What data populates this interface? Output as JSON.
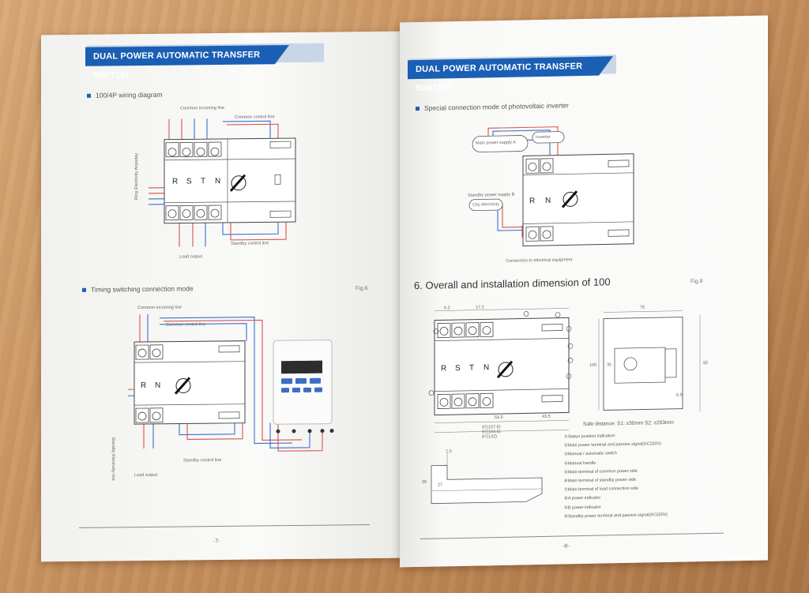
{
  "left_page": {
    "banner_title": "DUAL POWER AUTOMATIC TRANSFER SWITCH",
    "section1_title": "100/4P wiring diagram",
    "diagram1": {
      "common_incoming_line": "Common incoming line",
      "common_control_line": "Common control line",
      "standby_control_line": "Standby control line",
      "load_output": "Load output",
      "side_label": "Ring Electricity Anpoday",
      "phases": [
        "R",
        "S",
        "T",
        "N"
      ]
    },
    "section2_title": "Timing switching connection mode",
    "fig_label": "Fig.6",
    "diagram2": {
      "common_incoming_line": "Common incoming line",
      "common_control_line": "Common control line",
      "standby_control_line": "Standby control line",
      "load_output": "Load output",
      "side_label": "Standby Electricity line",
      "phases": [
        "R",
        "N"
      ]
    },
    "page_number": "-7-"
  },
  "right_page": {
    "banner_title": "DUAL POWER AUTOMATIC TRANSFER SWITCH",
    "section1_title": "Special connection mode of photovoltaic inverter",
    "diagram": {
      "inverter_label": "Inverter",
      "main_power_label": "Main power supply A",
      "standby_power_label": "Standby power supply B",
      "city_electricity_label": "City electricity",
      "connection_label": "Connection to  electrical  equipment",
      "phases": [
        "R",
        "N"
      ]
    },
    "section2_title": "6. Overall and installation dimension of 100",
    "fig_label": "Fig.8",
    "dimensions": {
      "d1": "6.2",
      "d2": "17.2",
      "d3": "54.5",
      "d4": "43.5",
      "d5": "97(107.6)",
      "d6": "97(104.6)",
      "d7": "87(142)",
      "w1": "75",
      "h1": "100",
      "h2": "92",
      "h3": "35",
      "h4": "6.5",
      "r1": "7.5",
      "r2": "35",
      "r3": "27",
      "phases": [
        "R",
        "S",
        "T",
        "N"
      ]
    },
    "safe_distance": "Safe distance:  S1:  ≥30mm    S2:  ≥203mm",
    "legend": [
      "①Status position indication",
      "②Main power terminal and passive signal(AC220V)",
      "③Manual / automatic switch",
      "④Manual handle",
      "⑤Main terminal of common power side",
      "⑥Main terminal of standby power side",
      "⑦Main terminal of load connection side",
      "⑧A power indicator",
      "⑨B power indicator",
      "⑩Standby power terminal and passive signal(AC220V)"
    ],
    "page_number": "-8-"
  },
  "colors": {
    "banner_blue": "#1a5fb4",
    "wire_red": "#d9534f",
    "wire_blue": "#3a6fd1",
    "page": "#f7f7f5",
    "wood": "#c99462"
  }
}
